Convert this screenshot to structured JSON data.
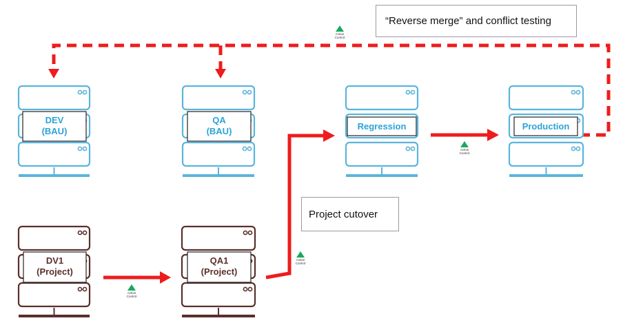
{
  "callouts": {
    "reverse_merge": "“Reverse merge” and conflict testing",
    "project_cutover": "Project cutover"
  },
  "active_control": {
    "line1": "Active",
    "line2": "Control"
  },
  "servers": [
    {
      "id": "dev",
      "line1": "DEV",
      "line2": "(BAU)",
      "color": "#5ab4dd",
      "text_color": "#2ba3d8"
    },
    {
      "id": "qa",
      "line1": "QA",
      "line2": "(BAU)",
      "color": "#5ab4dd",
      "text_color": "#2ba3d8"
    },
    {
      "id": "regression",
      "line1": "Regression",
      "line2": "",
      "color": "#5ab4dd",
      "text_color": "#2ba3d8"
    },
    {
      "id": "production",
      "line1": "Production",
      "line2": "",
      "color": "#5ab4dd",
      "text_color": "#2ba3d8"
    },
    {
      "id": "dv1",
      "line1": "DV1",
      "line2": "(Project)",
      "color": "#5a2f2b",
      "text_color": "#5a2f2b"
    },
    {
      "id": "qa1",
      "line1": "QA1",
      "line2": "(Project)",
      "color": "#5a2f2b",
      "text_color": "#5a2f2b"
    }
  ],
  "colors": {
    "arrow": "#ee1c1c",
    "active_control_icon": "#1aa861",
    "bau_server": "#5ab4dd",
    "project_server": "#5a2f2b"
  }
}
